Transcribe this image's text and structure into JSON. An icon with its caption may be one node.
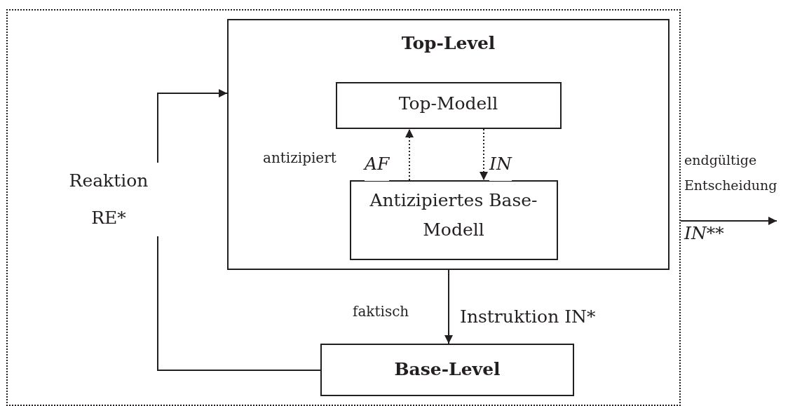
{
  "diagram": {
    "nodes": [
      {
        "text": [],
        "shape": "box"
      },
      {
        "text": [
          "Top-Level"
        ],
        "in": 0
      },
      {
        "text": [
          "Top-Modell"
        ],
        "in": 1
      },
      {
        "text": [
          "Antizipiertes Base-Modell"
        ],
        "in": 1
      },
      {
        "text": [
          "Base-Level"
        ],
        "in": 0
      }
    ],
    "edges": [
      {
        "from": 3,
        "to": 2,
        "arrow": "to",
        "style": "dashed",
        "label": "AF"
      },
      {
        "from": 2,
        "to": 3,
        "arrow": "to",
        "style": "dashed",
        "label": "IN"
      },
      {
        "from": 1,
        "to": 4,
        "arrow": "to",
        "label": "Instruktion IN*"
      },
      {
        "from": 4,
        "to": 1,
        "arrow": "to",
        "label": "Reaktion RE*"
      },
      {
        "from": 0,
        "to": null,
        "arrow": "to",
        "label": "endgültige Entscheidung"
      }
    ],
    "labels": [
      "antizipiert",
      "faktisch",
      "IN**"
    ]
  }
}
